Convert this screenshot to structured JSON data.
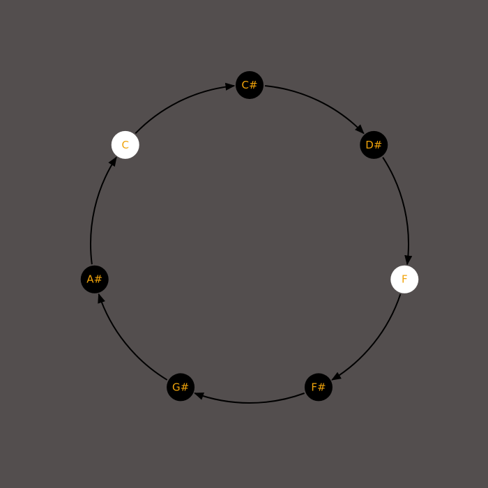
{
  "diagram": {
    "background": "#534e4e",
    "arc_color": "#000000",
    "label_color": "#f0a30a",
    "direction": "clockwise",
    "nodes": [
      {
        "label": "C#",
        "fill": "#000000"
      },
      {
        "label": "D#",
        "fill": "#000000"
      },
      {
        "label": "F",
        "fill": "#ffffff"
      },
      {
        "label": "F#",
        "fill": "#000000"
      },
      {
        "label": "G#",
        "fill": "#000000"
      },
      {
        "label": "A#",
        "fill": "#000000"
      },
      {
        "label": "C",
        "fill": "#ffffff"
      }
    ]
  }
}
